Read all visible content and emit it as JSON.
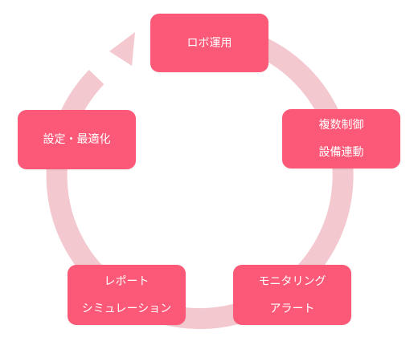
{
  "colors": {
    "node_fill": "#fb5977",
    "ring": "#f3c8cf",
    "text": "#ffffff"
  },
  "cycle": {
    "steps": [
      {
        "lines": [
          "ロボ運用"
        ]
      },
      {
        "lines": [
          "複数制御",
          "設備連動"
        ]
      },
      {
        "lines": [
          "モニタリング",
          "アラート"
        ]
      },
      {
        "lines": [
          "レポート",
          "シミュレーション"
        ]
      },
      {
        "lines": [
          "設定・最適化"
        ]
      }
    ],
    "arrow_direction": "clockwise"
  }
}
